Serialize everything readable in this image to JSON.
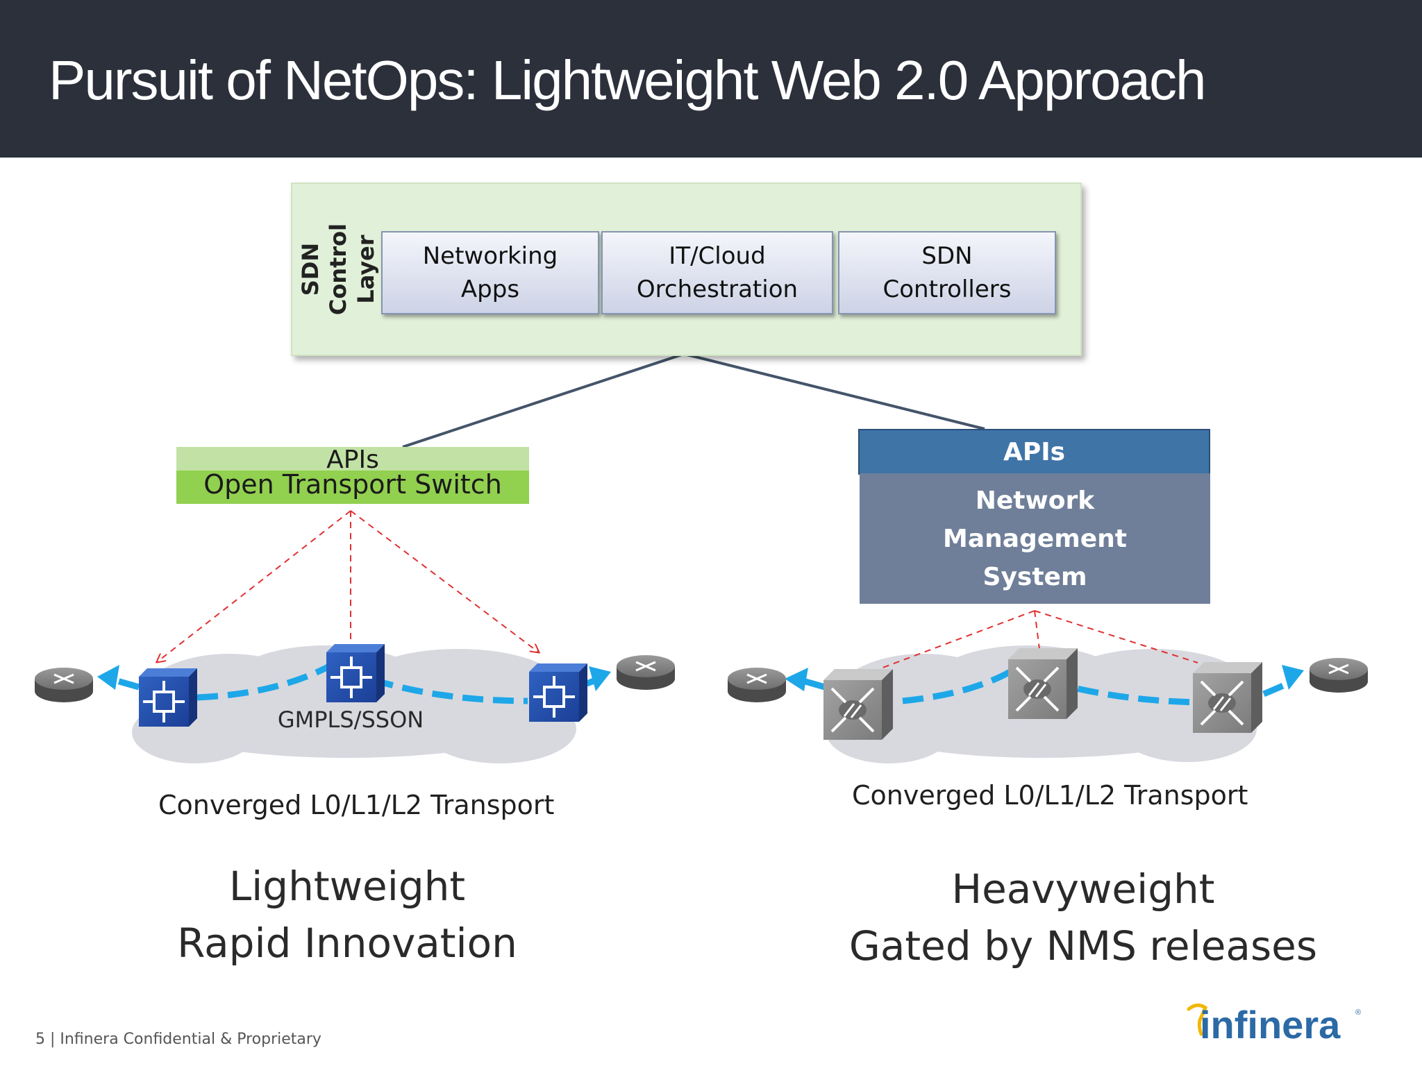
{
  "slide": {
    "title": "Pursuit of NetOps: Lightweight Web 2.0 Approach"
  },
  "sdn_layer": {
    "label": "SDN Control Layer",
    "boxes": [
      {
        "label": "Networking\nApps"
      },
      {
        "label": "IT/Cloud\nOrchestration"
      },
      {
        "label": "SDN\nControllers"
      }
    ]
  },
  "left": {
    "apis_label": "APIs",
    "switch_label": "Open Transport Switch",
    "cloud_label": "GMPLS/SSON",
    "transport_label": "Converged L0/L1/L2 Transport",
    "caption_line1": "Lightweight",
    "caption_line2": "Rapid Innovation"
  },
  "right": {
    "apis_label": "APIs",
    "nms_label": "Network\nManagement\nSystem",
    "transport_label": "Converged L0/L1/L2 Transport",
    "caption_line1": "Heavyweight",
    "caption_line2": "Gated by NMS releases"
  },
  "footer": {
    "text": "5 | Infinera Confidential & Proprietary"
  },
  "logo": {
    "text": "infinera",
    "color": "#2b6aa5",
    "accent": "#f2b705"
  },
  "colors": {
    "header_bg": "#2b303b",
    "sdn_panel": "#e1f0d8",
    "ots_green": "#92d050",
    "nms_apis": "#3f74a7",
    "nms_body": "#6f7f99",
    "dashed_blue": "#1ea7e8",
    "dashed_red": "#e03030"
  }
}
